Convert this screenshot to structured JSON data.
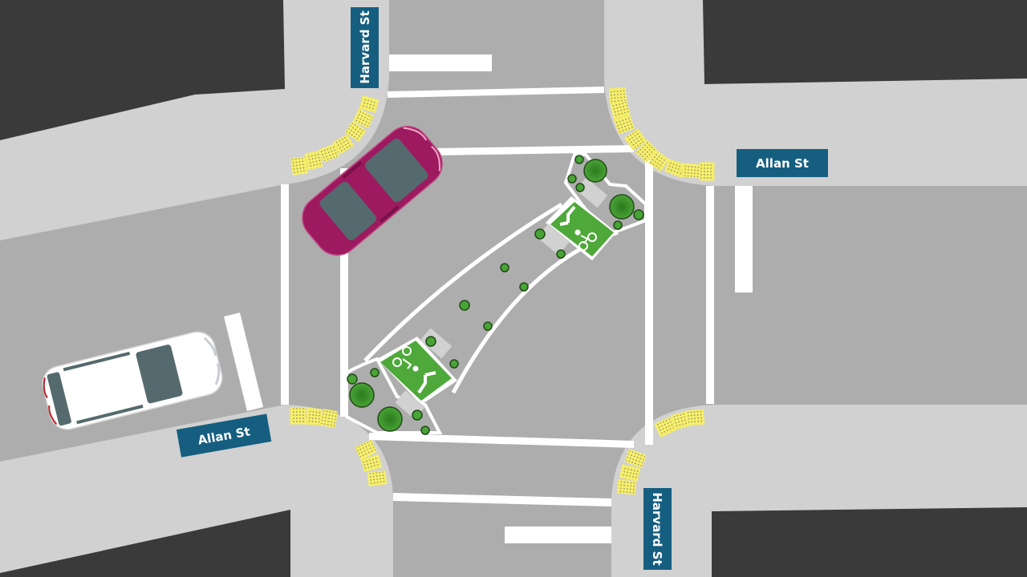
{
  "diagram": {
    "type": "street intersection with diagonal diverter",
    "colors": {
      "road": "#adadad",
      "sidewalk": "#d1d1d1",
      "building": "#3a3a3a",
      "marking": "#ffffff",
      "sign": "#155e80",
      "tactile_paving": "#f7f06a",
      "bike_box": "#4fa83a",
      "planting": "#3f9a2c",
      "car_magenta": "#9e1a60",
      "car_white": "#ffffff",
      "car_glass": "#556a6e"
    },
    "signs": [
      {
        "id": "harvard-north",
        "label": "Harvard St",
        "orientation": "vertical-up"
      },
      {
        "id": "allan-east",
        "label": "Allan St",
        "orientation": "horizontal"
      },
      {
        "id": "allan-west",
        "label": "Allan St",
        "orientation": "horizontal-tilted"
      },
      {
        "id": "harvard-south",
        "label": "Harvard St",
        "orientation": "vertical-down"
      }
    ],
    "diverter": {
      "description": "Diagonal diverter running NE to SW with planted median and two green bike crossing boxes",
      "bike_boxes": [
        {
          "id": "ne",
          "icons": [
            "bicycle-icon",
            "split-arrow-icon"
          ]
        },
        {
          "id": "sw",
          "icons": [
            "bicycle-icon",
            "split-arrow-icon"
          ]
        }
      ]
    },
    "vehicles": [
      {
        "id": "magenta-car",
        "color": "magenta",
        "position": "northwest corner, turning"
      },
      {
        "id": "white-van",
        "color": "white",
        "position": "west approach on Allan St"
      }
    ]
  }
}
